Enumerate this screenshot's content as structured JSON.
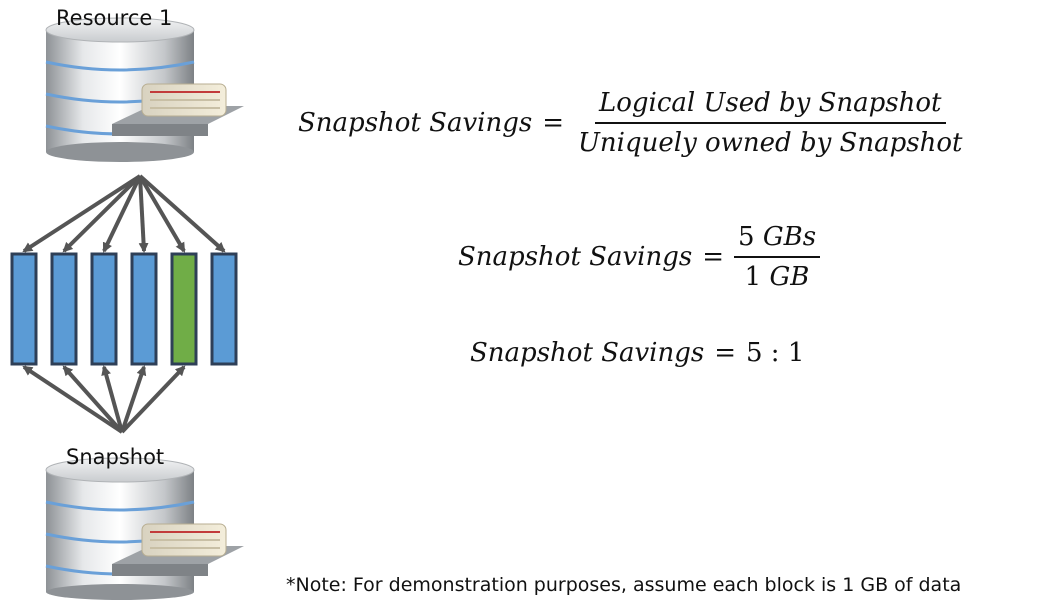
{
  "labels": {
    "resource": "Resource 1",
    "snapshot": "Snapshot"
  },
  "colors": {
    "block_blue": "#5b9bd5",
    "block_green": "#70ad47",
    "block_border": "#2e3f57",
    "arrow": "#555555"
  },
  "blocks": [
    {
      "name": "block-1",
      "kind": "shared"
    },
    {
      "name": "block-2",
      "kind": "shared"
    },
    {
      "name": "block-3",
      "kind": "shared"
    },
    {
      "name": "block-4",
      "kind": "shared"
    },
    {
      "name": "block-5",
      "kind": "unique"
    },
    {
      "name": "block-6",
      "kind": "shared"
    }
  ],
  "icons": {
    "resource": "database-server-icon",
    "snapshot": "database-server-icon"
  },
  "equations": {
    "eq1": {
      "lhs": "Snapshot Savings",
      "op": "=",
      "numerator": "Logical Used by Snapshot",
      "denominator": "Uniquely owned by Snapshot"
    },
    "eq2": {
      "lhs": "Snapshot Savings",
      "op": "=",
      "numerator_num": "5",
      "numerator_unit": "GBs",
      "denominator_num": "1",
      "denominator_unit": "GB"
    },
    "eq3": {
      "lhs": "Snapshot Savings",
      "op": "=",
      "ratio": "5 : 1"
    }
  },
  "note": "*Note: For demonstration purposes, assume each block is 1 GB of data"
}
